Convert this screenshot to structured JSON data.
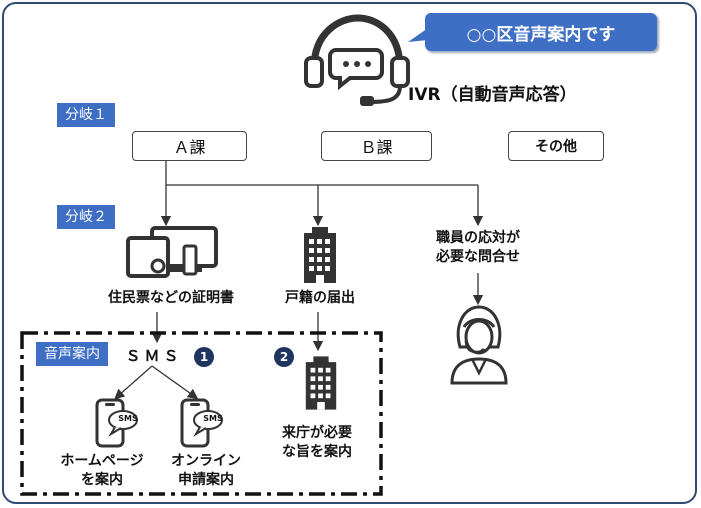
{
  "callout": "○○区音声案内です",
  "ivr_label": "IVR（自動音声応答）",
  "branch1_tag": "分岐１",
  "branch2_tag": "分岐２",
  "options": {
    "a": "Ａ課",
    "b": "Ｂ課",
    "other": "その他"
  },
  "certificates": "住民票などの証明書",
  "family_register": "戸籍の届出",
  "staff_label": [
    "職員の応対が",
    "必要な問合せ"
  ],
  "voice_tag": "音声案内",
  "sms": "ＳＭＳ",
  "badge1": "1",
  "badge2": "2",
  "sms_bubble": "SMS",
  "homepage": [
    "ホームページ",
    "を案内"
  ],
  "online": [
    "オンライン",
    "申請案内"
  ],
  "visit": [
    "来庁が必要",
    "な旨を案内"
  ],
  "colors": {
    "accent": "#3f6fc4",
    "frame": "#2f4a73",
    "badge": "#1f3560",
    "icon": "#333333"
  }
}
